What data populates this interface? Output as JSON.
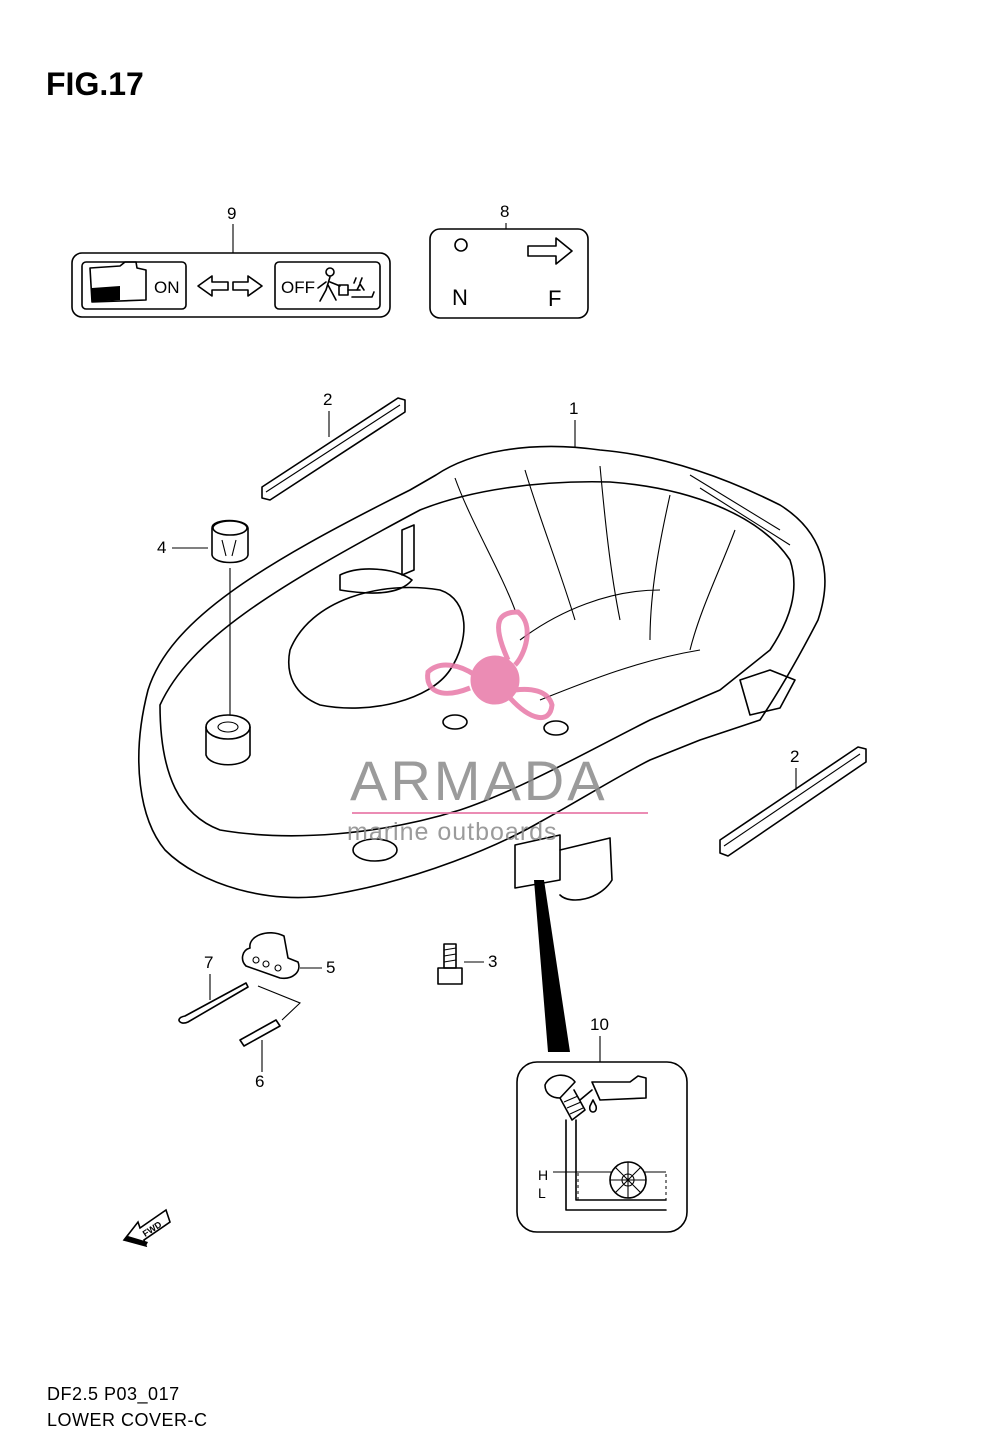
{
  "figure": {
    "title": "FIG.17"
  },
  "callouts": {
    "p1": "1",
    "p2a": "2",
    "p2b": "2",
    "p3": "3",
    "p4": "4",
    "p5": "5",
    "p6": "6",
    "p7": "7",
    "p8": "8",
    "p9": "9",
    "p10": "10"
  },
  "decal_9": {
    "on_label": "ON",
    "off_label": "OFF"
  },
  "decal_8": {
    "neutral_label": "N",
    "forward_label": "F"
  },
  "oil_gauge": {
    "high_label": "H",
    "low_label": "L"
  },
  "fwd_marker": {
    "label": "FWD"
  },
  "watermark": {
    "brand": "ARMADA",
    "tagline": "marine outboards",
    "colors": {
      "logo": "#e879a8",
      "text": "#8a8a8a"
    }
  },
  "footer": {
    "code": "DF2.5 P03_017",
    "name": "LOWER COVER-C"
  }
}
